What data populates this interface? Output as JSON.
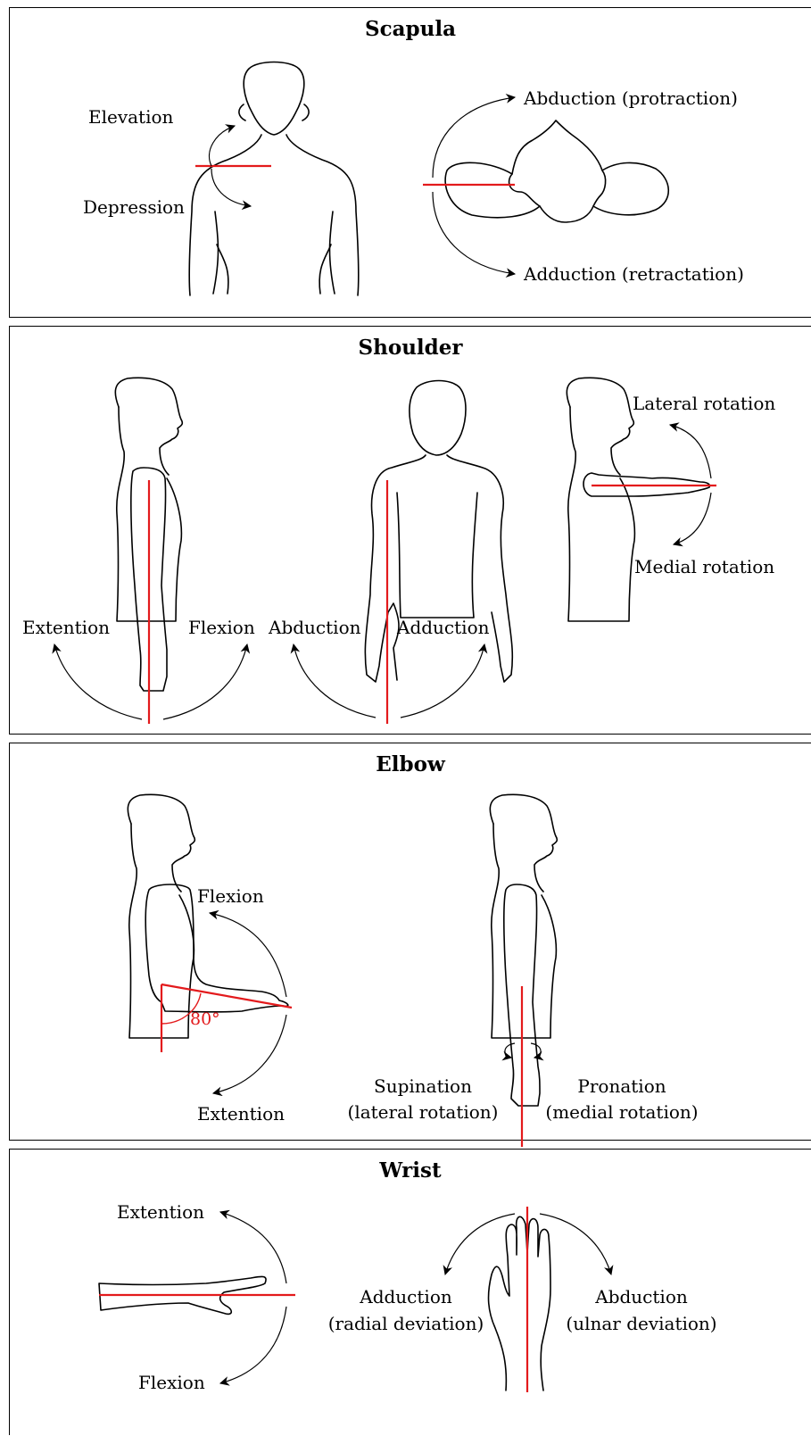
{
  "colors": {
    "reference_line": "#e31a1c",
    "outline": "#000000"
  },
  "scapula": {
    "title": "Scapula",
    "elevation": "Elevation",
    "depression": "Depression",
    "abduction": "Abduction (protraction)",
    "adduction": "Adduction (retractation)"
  },
  "shoulder": {
    "title": "Shoulder",
    "extension": "Extention",
    "flexion": "Flexion",
    "abduction": "Abduction",
    "adduction": "Adduction",
    "lateral_rotation": "Lateral rotation",
    "medial_rotation": "Medial rotation"
  },
  "elbow": {
    "title": "Elbow",
    "flexion": "Flexion",
    "extension": "Extention",
    "angle": "80°",
    "supination": "Supination",
    "supination_note": "(lateral rotation)",
    "pronation": "Pronation",
    "pronation_note": "(medial rotation)"
  },
  "wrist": {
    "title": "Wrist",
    "extension": "Extention",
    "flexion": "Flexion",
    "adduction": "Adduction",
    "adduction_note": "(radial deviation)",
    "abduction": "Abduction",
    "abduction_note": "(ulnar deviation)"
  }
}
